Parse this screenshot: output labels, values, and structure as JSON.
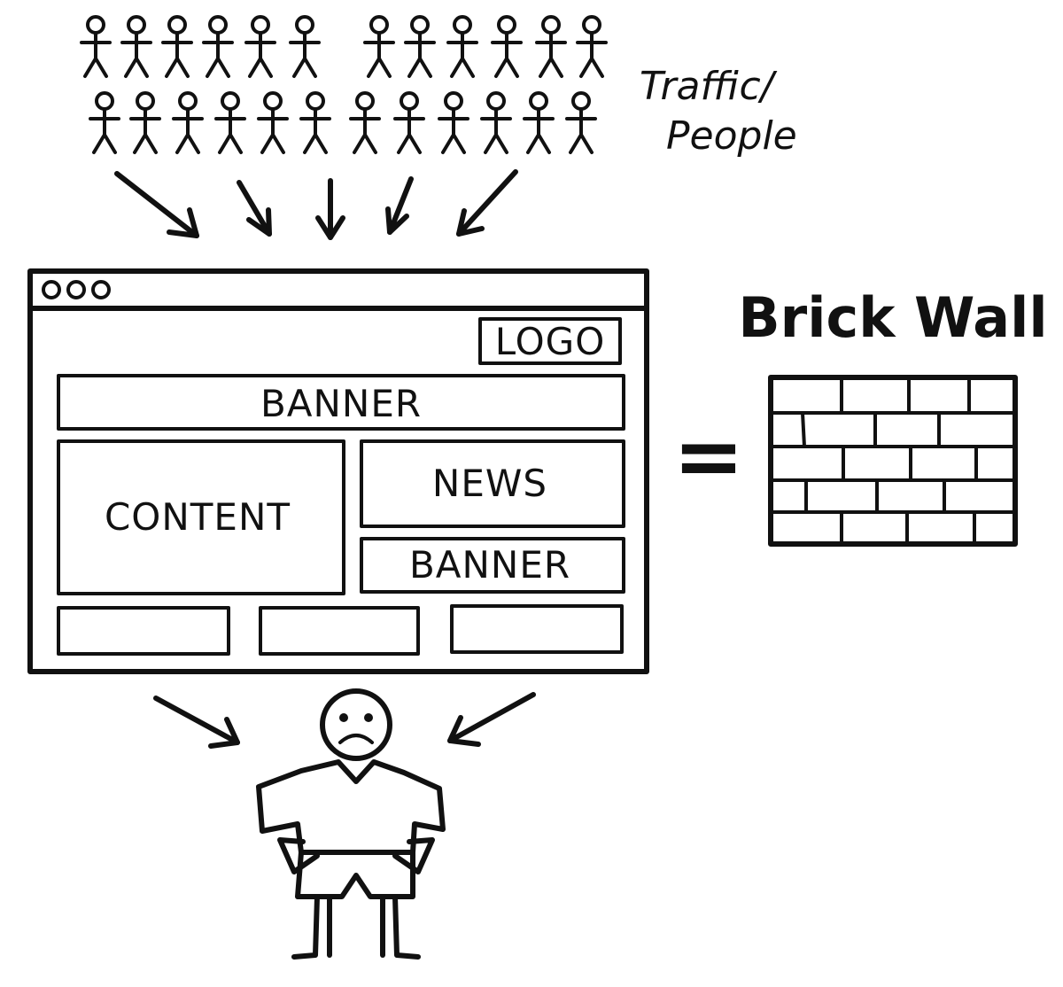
{
  "traffic_label_line1": "Traffic/",
  "traffic_label_line2": "People",
  "brick_wall_label": "Brick Wall",
  "equals_sign": "=",
  "wireframe": {
    "logo": "LOGO",
    "banner_top": "BANNER",
    "content": "CONTENT",
    "news": "NEWS",
    "banner_side": "BANNER"
  },
  "crowd": {
    "row1_count": 12,
    "row2_count": 12
  },
  "ink_color": "#111111"
}
